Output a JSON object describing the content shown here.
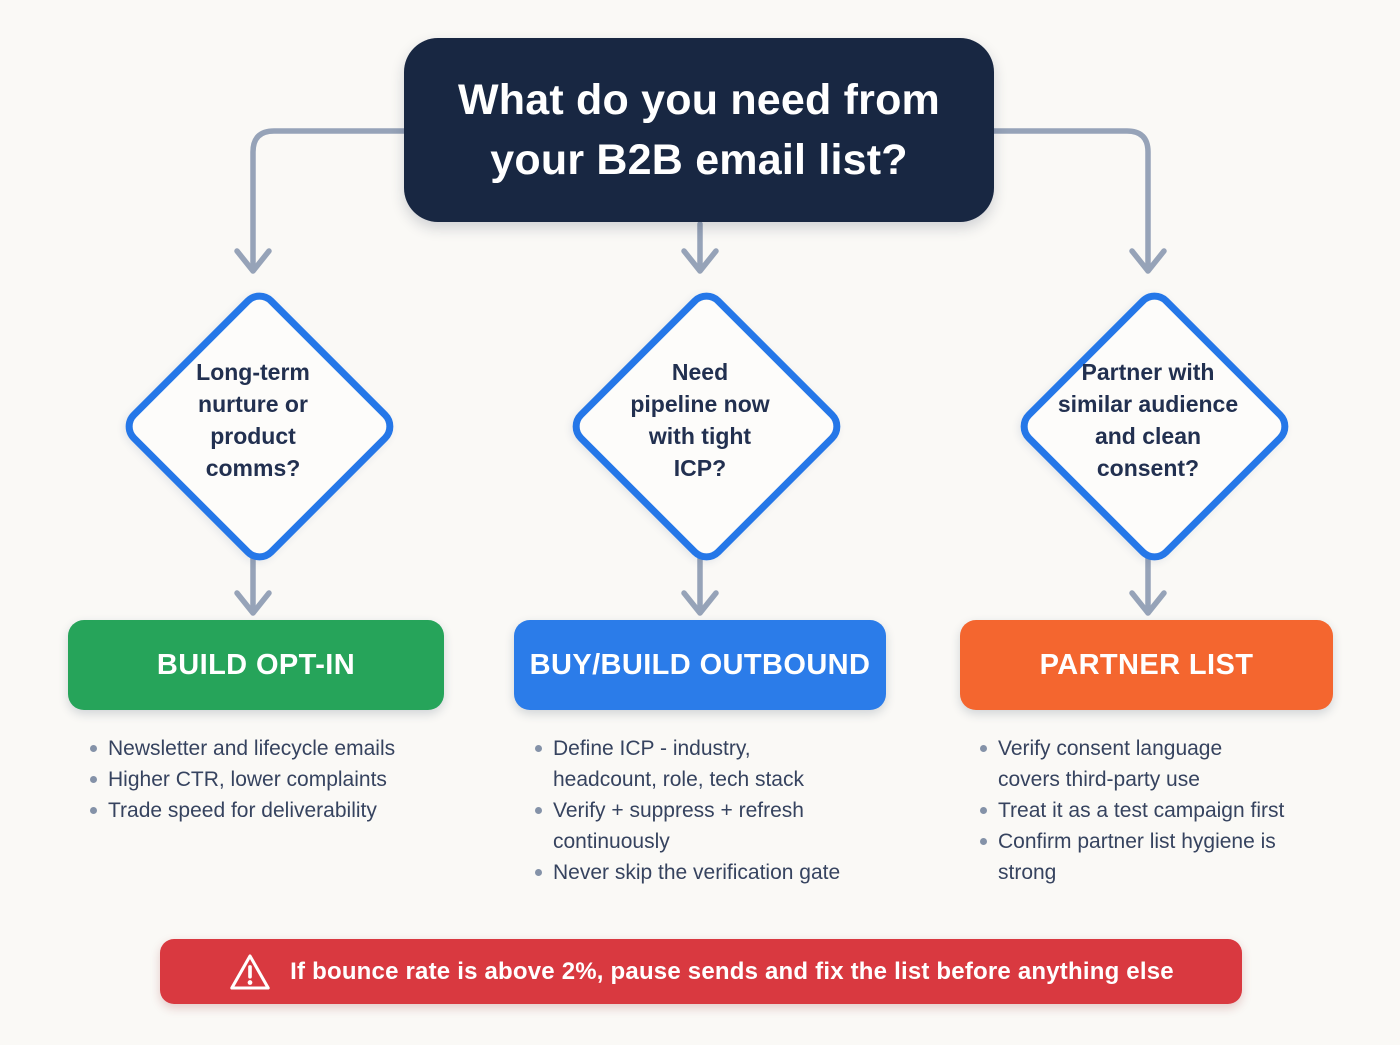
{
  "title": "What do you need from\nyour B2B email list?",
  "decisions": [
    {
      "question": "Long-term\nnurture or\nproduct\ncomms?",
      "outcome": "BUILD OPT-IN",
      "bullets": [
        "Newsletter and lifecycle emails",
        "Higher CTR, lower complaints",
        "Trade speed for deliverability"
      ]
    },
    {
      "question": "Need\npipeline now\nwith tight\nICP?",
      "outcome": "BUY/BUILD OUTBOUND",
      "bullets": [
        "Define ICP - industry,\nheadcount, role, tech stack",
        "Verify + suppress + refresh\ncontinuously",
        "Never skip the verification gate"
      ]
    },
    {
      "question": "Partner with\nsimilar audience\nand clean\nconsent?",
      "outcome": "PARTNER LIST",
      "bullets": [
        "Verify consent language\ncovers third-party use",
        "Treat it as a test campaign first",
        "Confirm partner list hygiene is\nstrong"
      ]
    }
  ],
  "warning": {
    "icon": "warning-triangle-icon",
    "text": "If bounce rate is above 2%, pause sends and fix the list before anything else"
  },
  "colors": {
    "background": "#faf9f6",
    "navy": "#182742",
    "diamond_border": "#2577e8",
    "diamond_text": "#223050",
    "green": "#26a45a",
    "blue": "#2b7ce9",
    "orange": "#f4662f",
    "red": "#d93940",
    "arrow": "#96a3b8",
    "bullet_text": "#36435f"
  }
}
